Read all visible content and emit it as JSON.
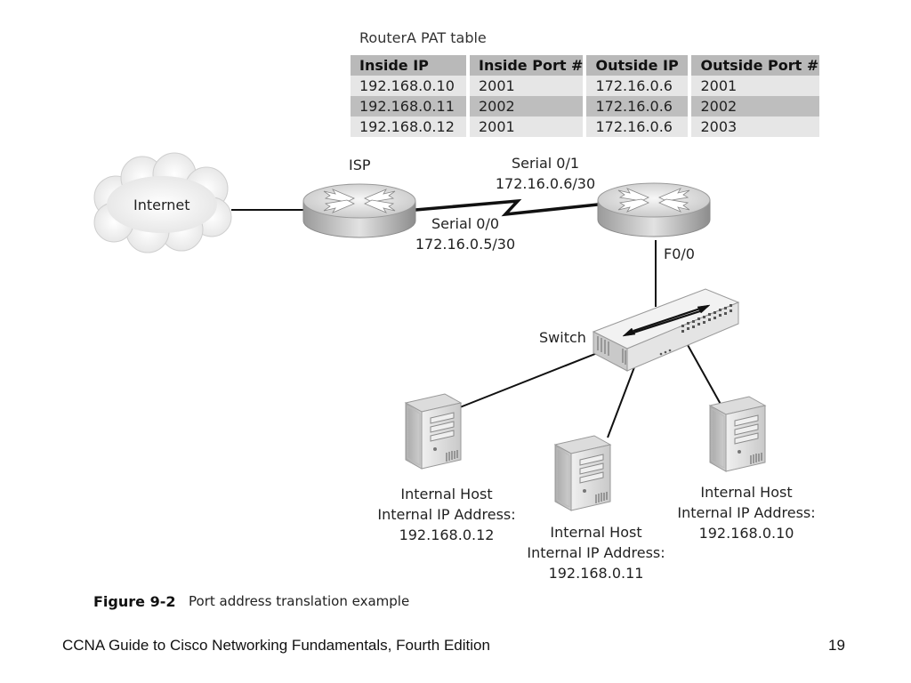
{
  "pat_table": {
    "title": "RouterA PAT table",
    "headers": [
      "Inside IP",
      "Inside Port #",
      "Outside IP",
      "Outside Port  #"
    ],
    "rows": [
      [
        "192.168.0.10",
        "2001",
        "172.16.0.6",
        "2001"
      ],
      [
        "192.168.0.11",
        "2002",
        "172.16.0.6",
        "2002"
      ],
      [
        "192.168.0.12",
        "2001",
        "172.16.0.6",
        "2003"
      ]
    ]
  },
  "diagram": {
    "cloud_label": "Internet",
    "isp_label": "ISP",
    "serial01_name": "Serial 0/1",
    "serial01_ip": "172.16.0.6/30",
    "serial00_name": "Serial 0/0",
    "serial00_ip": "172.16.0.5/30",
    "f00_label": "F0/0",
    "switch_label": "Switch",
    "hosts": [
      {
        "line1": "Internal Host",
        "line2": "Internal IP Address:",
        "line3": "192.168.0.12"
      },
      {
        "line1": "Internal Host",
        "line2": "Internal IP Address:",
        "line3": "192.168.0.11"
      },
      {
        "line1": "Internal Host",
        "line2": "Internal IP Address:",
        "line3": "192.168.0.10"
      }
    ]
  },
  "figure": {
    "number": "Figure 9-2",
    "caption": "Port address translation example"
  },
  "footer": {
    "book": "CCNA Guide to Cisco Networking Fundamentals, Fourth Edition",
    "page": "19"
  }
}
